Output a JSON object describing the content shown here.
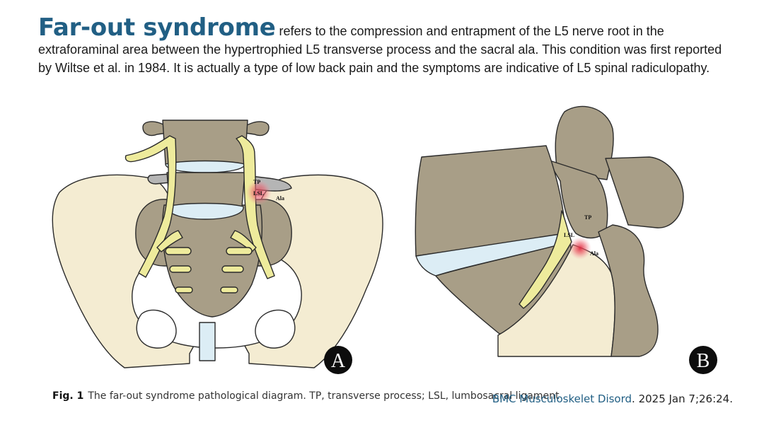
{
  "intro": {
    "term": "Far-out syndrome",
    "text": " refers to the compression and entrapment of the L5 nerve root in the extraforaminal area between the hypertrophied L5 transverse process and the sacral ala. This condition was first reported by Wiltse et al. in 1984. It is actually a type of low back pain and the symptoms are indicative of L5 spinal radiculopathy."
  },
  "panel_a": {
    "letter": "A",
    "labels": {
      "tp": "TP",
      "lsl": "LSL",
      "ala": "Ala"
    }
  },
  "panel_b": {
    "letter": "B",
    "labels": {
      "tp": "TP",
      "lsl": "LSL",
      "ala": "Ala"
    }
  },
  "caption": {
    "figure_number": "Fig. 1",
    "text": "The far-out syndrome pathological diagram. TP, transverse process; LSL, lumbosacral ligament"
  },
  "citation": {
    "journal": "BMC Musculoskelet Disord",
    "rest": ". 2025 Jan 7;26:24."
  },
  "colors": {
    "bone_grey": "#a89e87",
    "pelvis_cream": "#f4ecd2",
    "nerve_yellow": "#eeeb9c",
    "disc_blue": "#dcedf5",
    "outline": "#2b2b2b",
    "highlight_red": "#e04050",
    "title_blue": "#215f84"
  }
}
